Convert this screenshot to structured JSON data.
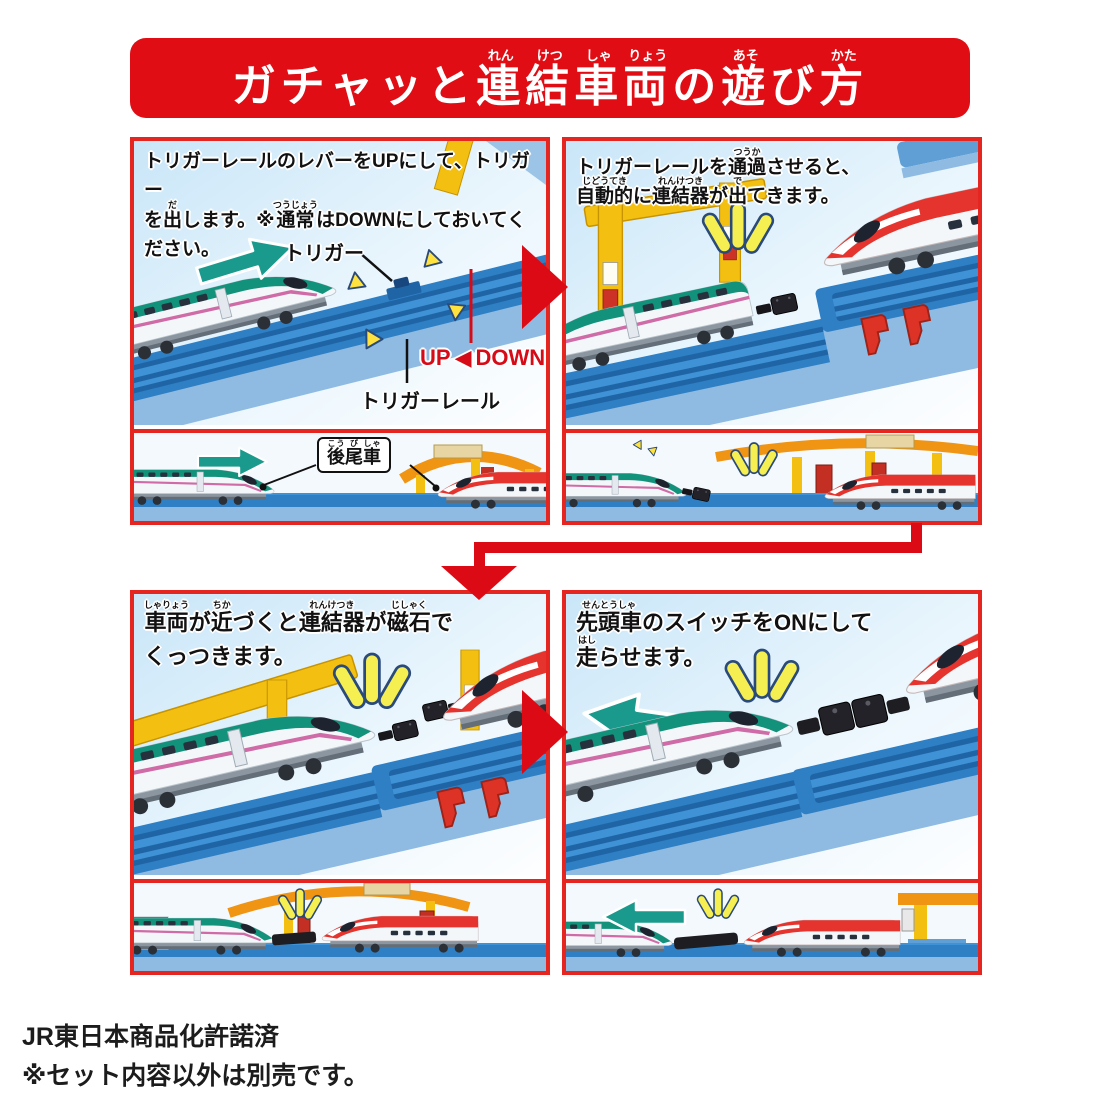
{
  "colors": {
    "banner_red": "#e00d15",
    "panel_border_red": "#e5251f",
    "flow_arrow_red": "#dc0a14",
    "caption_text": "#111111",
    "updown_red": "#d60b18",
    "track_blue": "#2e7fc4",
    "track_base_blue": "#8fbbe2",
    "train_green": "#12917b",
    "train_red": "#e5332d",
    "gate_yellow": "#f3c012",
    "bridge_orange": "#f09413",
    "emphasis_yellow": "#f6ef52",
    "arrow_teal": "#1a9a8c"
  },
  "title": {
    "segments": [
      {
        "b": "ガチャッと"
      },
      {
        "b": "連",
        "r": "れん"
      },
      {
        "b": "結",
        "r": "けつ"
      },
      {
        "b": "車",
        "r": "しゃ"
      },
      {
        "b": "両",
        "r": "りょう"
      },
      {
        "b": "の"
      },
      {
        "b": "遊",
        "r": "あそ"
      },
      {
        "b": "び"
      },
      {
        "b": "方",
        "r": "かた"
      }
    ]
  },
  "panels": {
    "panel1": {
      "caption": [
        {
          "b": "トリガーレールのレバーをUPにして、トリガー"
        },
        {
          "br": true
        },
        {
          "b": "を"
        },
        {
          "b": "出",
          "r": "だ"
        },
        {
          "b": "します。※"
        },
        {
          "b": "通常",
          "r": "つうじょう"
        },
        {
          "b": "はDOWNにしておいてください。"
        }
      ],
      "labels": {
        "trigger": "トリガー",
        "up": "UP",
        "arrow_left": "◀",
        "down": "DOWN",
        "trigger_rail": "トリガーレール"
      },
      "inset_label": [
        {
          "b": "後",
          "r": "こう"
        },
        {
          "b": "尾",
          "r": "び"
        },
        {
          "b": "車",
          "r": "しゃ"
        }
      ]
    },
    "panel2": {
      "caption": [
        {
          "b": "トリガーレールを"
        },
        {
          "b": "通過",
          "r": "つうか"
        },
        {
          "b": "させると、"
        },
        {
          "br": true
        },
        {
          "b": "自動的",
          "r": "じどうてき"
        },
        {
          "b": "に"
        },
        {
          "b": "連結器",
          "r": "れんけつき"
        },
        {
          "b": "が"
        },
        {
          "b": "出",
          "r": "で"
        },
        {
          "b": "てきます。"
        }
      ]
    },
    "panel3": {
      "caption": [
        {
          "b": "車両",
          "r": "しゃりょう"
        },
        {
          "b": "が"
        },
        {
          "b": "近",
          "r": "ちか"
        },
        {
          "b": "づくと"
        },
        {
          "b": "連結器",
          "r": "れんけつき"
        },
        {
          "b": "が"
        },
        {
          "b": "磁石",
          "r": "じしゃく"
        },
        {
          "b": "で"
        },
        {
          "br": true
        },
        {
          "b": "くっつきます。"
        }
      ]
    },
    "panel4": {
      "caption": [
        {
          "b": "先頭車",
          "r": "せんとうしゃ"
        },
        {
          "b": "のスイッチをONにして"
        },
        {
          "br": true
        },
        {
          "b": "走",
          "r": "はし"
        },
        {
          "b": "らせます。"
        }
      ]
    }
  },
  "footer": {
    "license": "JR東日本商品化許諾済",
    "note": "※セット内容以外は別売です。"
  }
}
